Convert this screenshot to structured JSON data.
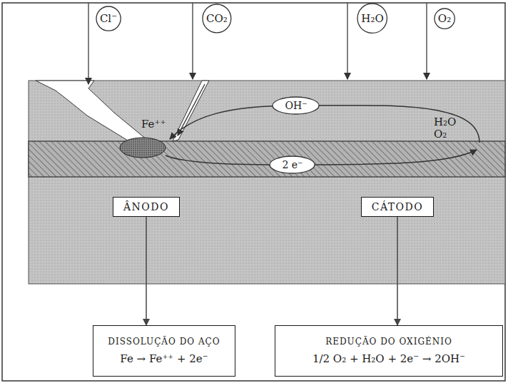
{
  "diagram": {
    "nodes": [
      {
        "text": [
          "Cl⁻"
        ]
      },
      {
        "text": [
          "CO₂"
        ]
      },
      {
        "text": [
          "H₂O"
        ]
      },
      {
        "text": [
          "O₂"
        ]
      },
      {
        "text": [
          "OH⁻"
        ]
      },
      {
        "text": [
          "2 e⁻"
        ]
      },
      {
        "text": [
          "ÂNODO"
        ]
      },
      {
        "text": [
          "CÁTODO"
        ]
      },
      {
        "text": [
          "DISSOLUÇÃO DO AÇO",
          "Fe → Fe⁺⁺ + 2e⁻"
        ]
      },
      {
        "text": [
          "REDUÇÃO DO OXIGÉNIO",
          "1/2 O₂ + H₂O + 2e⁻ → 2OH⁻"
        ]
      }
    ],
    "edges": [
      {
        "from": 6,
        "to": 8,
        "arrow": "to"
      },
      {
        "from": 7,
        "to": 9,
        "arrow": "to"
      }
    ],
    "labels": [
      "Fe⁺⁺",
      "H₂O O₂"
    ]
  }
}
